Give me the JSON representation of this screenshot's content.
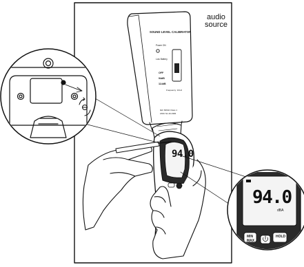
{
  "labels": {
    "audio": "audio",
    "source": "source"
  },
  "calibrator": {
    "title": "SOUND LEVEL CALIBRATOR",
    "power_on": "Power ON",
    "low_battery": "Low Battery",
    "range_1": "OFF",
    "range_2": "94dB",
    "range_3": "114dB",
    "frequency": "Frequency: 1KHz",
    "standard_1": "IEC 60942 Class 1",
    "standard_2": "ANSI S1.40-1984"
  },
  "meter": {
    "reading": "94.0"
  },
  "zoom_display": {
    "reading": "94.0",
    "unit": "dBA",
    "minmax_line1": "MIN",
    "minmax_line2": "MAX",
    "hold": "HOLD"
  },
  "colors": {
    "ink": "#111111",
    "paper": "#ffffff",
    "lcd": "#f4f4f4",
    "device_dark": "#2a2a2a"
  }
}
